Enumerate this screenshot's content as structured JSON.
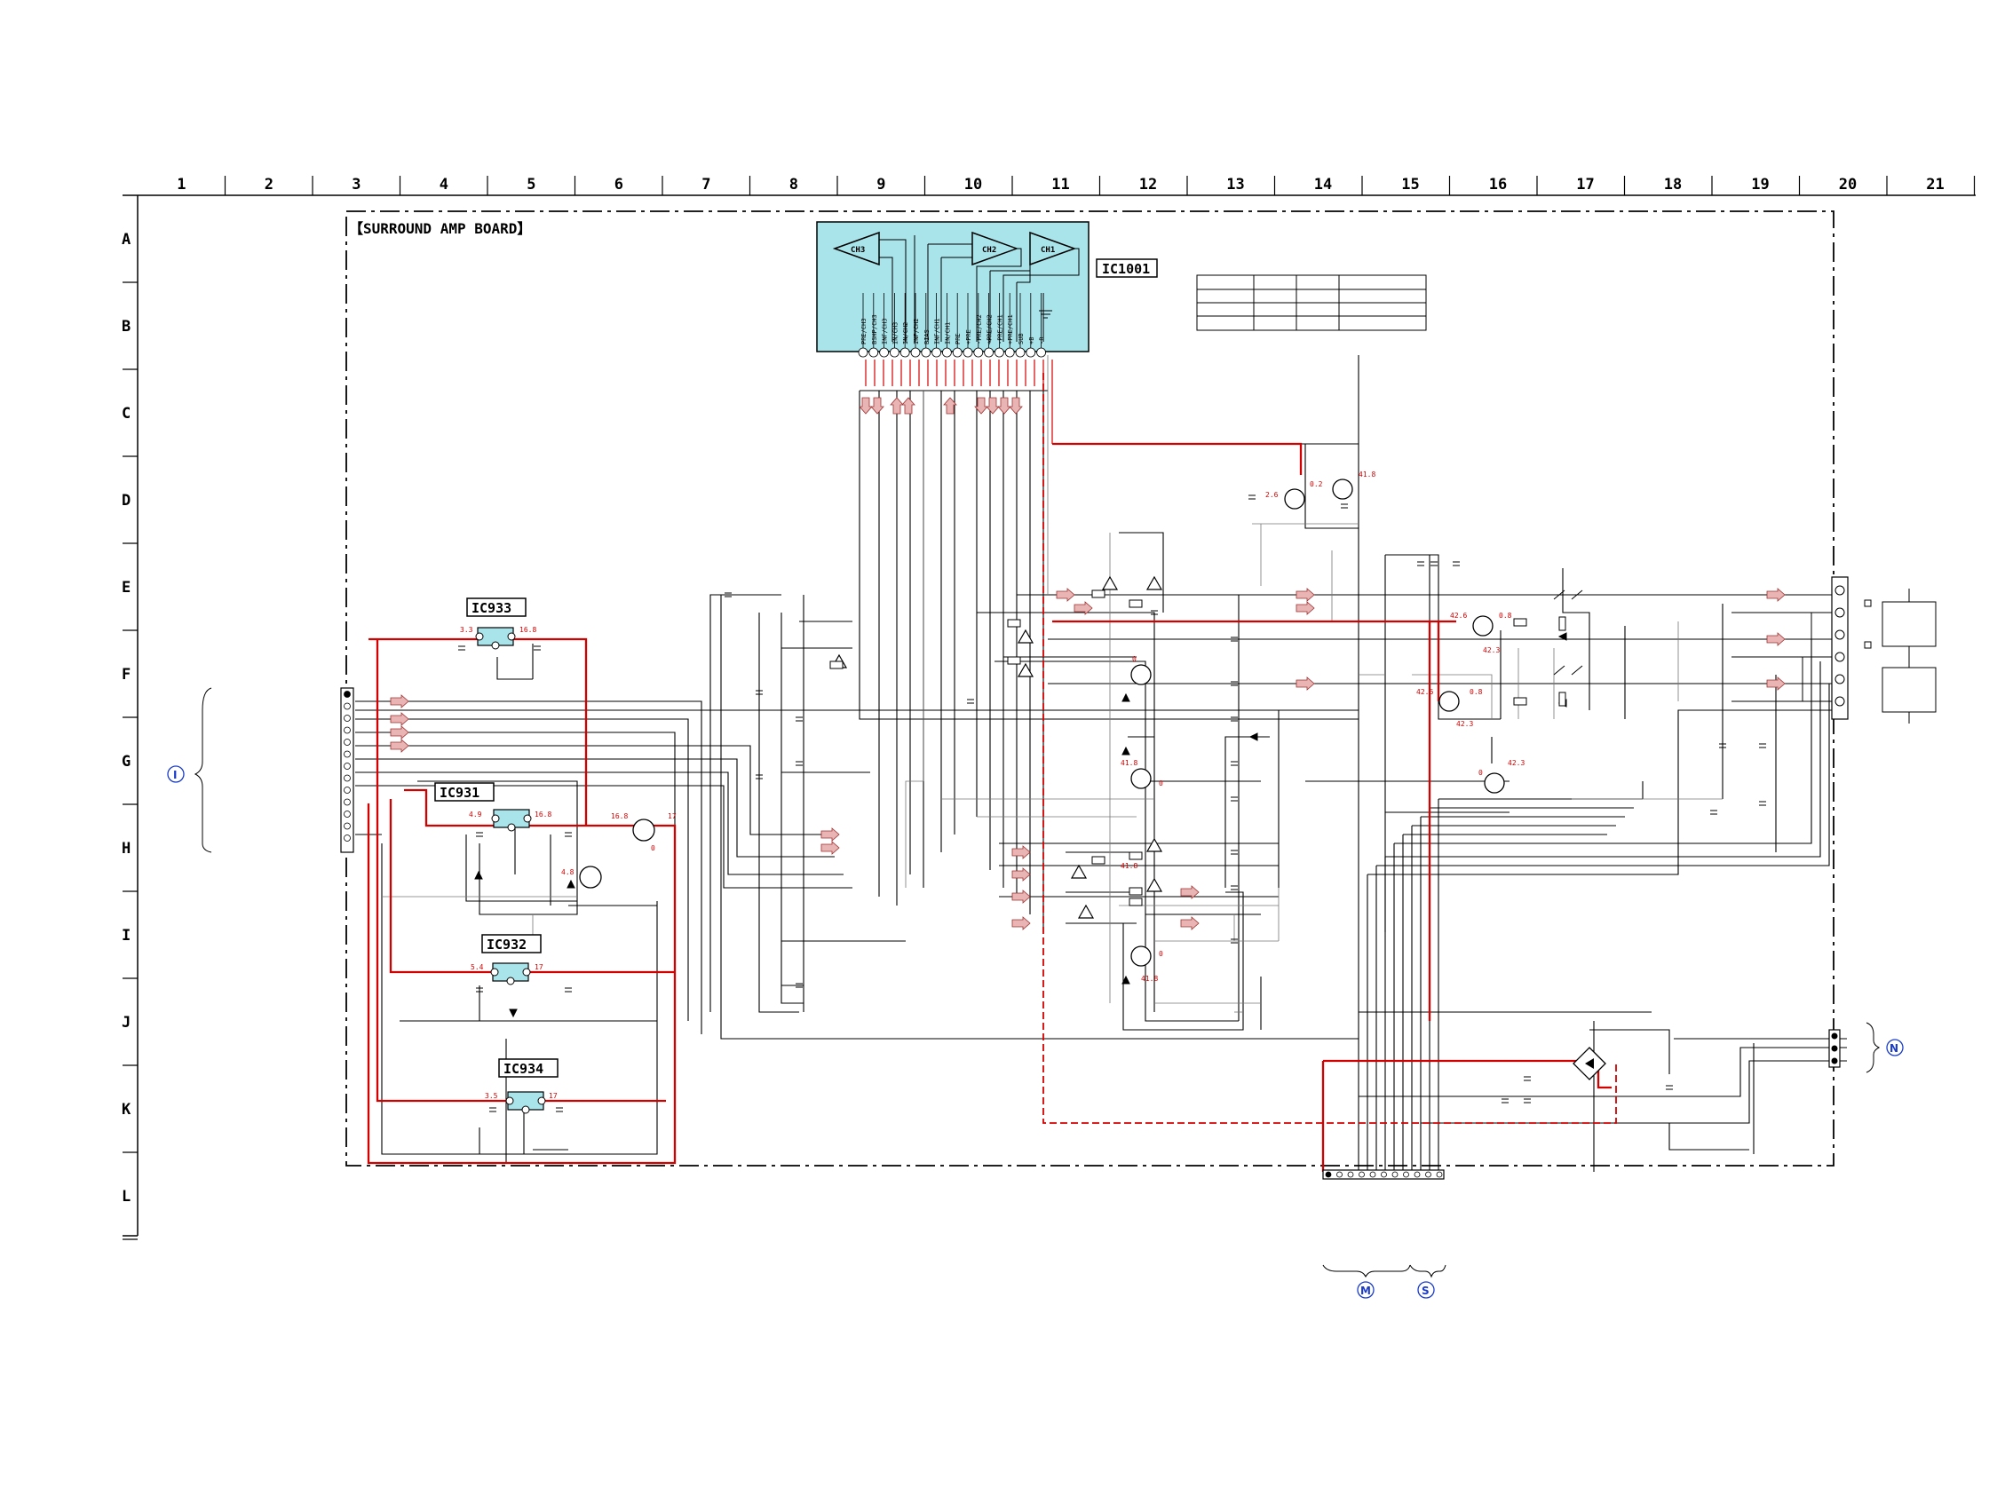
{
  "board": {
    "title": "【SURROUND AMP BOARD】"
  },
  "grid": {
    "columns": [
      "1",
      "2",
      "3",
      "4",
      "5",
      "6",
      "7",
      "8",
      "9",
      "10",
      "11",
      "12",
      "13",
      "14",
      "15",
      "16",
      "17",
      "18",
      "19",
      "20",
      "21"
    ],
    "rows": [
      "A",
      "B",
      "C",
      "D",
      "E",
      "F",
      "G",
      "H",
      "I",
      "J",
      "K",
      "L"
    ]
  },
  "ics": {
    "ic1001": {
      "label": "IC1001",
      "channels": [
        "CH3",
        "CH2",
        "CH1"
      ]
    },
    "ic933": {
      "label": "IC933",
      "v_in": "3.3",
      "v_out": "16.8"
    },
    "ic931": {
      "label": "IC931",
      "v_in": "4.9",
      "v_out": "16.8"
    },
    "ic932": {
      "label": "IC932",
      "v_in": "5.4",
      "v_out": "17"
    },
    "ic934": {
      "label": "IC934",
      "v_in": "3.5",
      "v_out": "17"
    }
  },
  "ic1001_pins": [
    "PRE/CH3",
    "BSHP/CH3",
    "INF/CH3",
    "IN/CH3",
    "IN/CH2",
    "INF/CH2",
    "BIAS",
    "INF/CH1",
    "IN/CH1",
    "PRE",
    "+PRE",
    "-PRE/CH2",
    "+PRE/CH2",
    "-PRE/CH1",
    "+PRE/CH1",
    "SUB",
    "+B",
    "-B"
  ],
  "voltages": {
    "q_d_left": "2.6",
    "q_d_mid": "0.2",
    "q_d_right": "41.8",
    "reg_g_in": "16.8",
    "reg_g_out": "17",
    "reg_g_base": "0",
    "q_h": "4.8",
    "q_f_top": "0",
    "q_f_bot": "41.8",
    "q_e16_a": "42.6",
    "q_e16_b": "0.8",
    "q_e16_c": "42.3",
    "q_f16_a": "42.6",
    "q_f16_b": "0.8",
    "q_f16_c": "42.3",
    "q_g16_a": "0",
    "q_g16_b": "42.3",
    "q_g12_a": "41.8",
    "q_g12_b": "0",
    "q_i12_a": "0",
    "q_i12_b": "41.8"
  },
  "connectors": {
    "left": "I",
    "right": "N",
    "bottom_a": "M",
    "bottom_b": "S"
  },
  "colors": {
    "wire_red": "#d40000",
    "ic_fill": "#a8e4ea",
    "arrow_fill": "#e8b4b4",
    "arrow_stroke": "#a03030",
    "connector_letter": "#1a3cc8"
  }
}
